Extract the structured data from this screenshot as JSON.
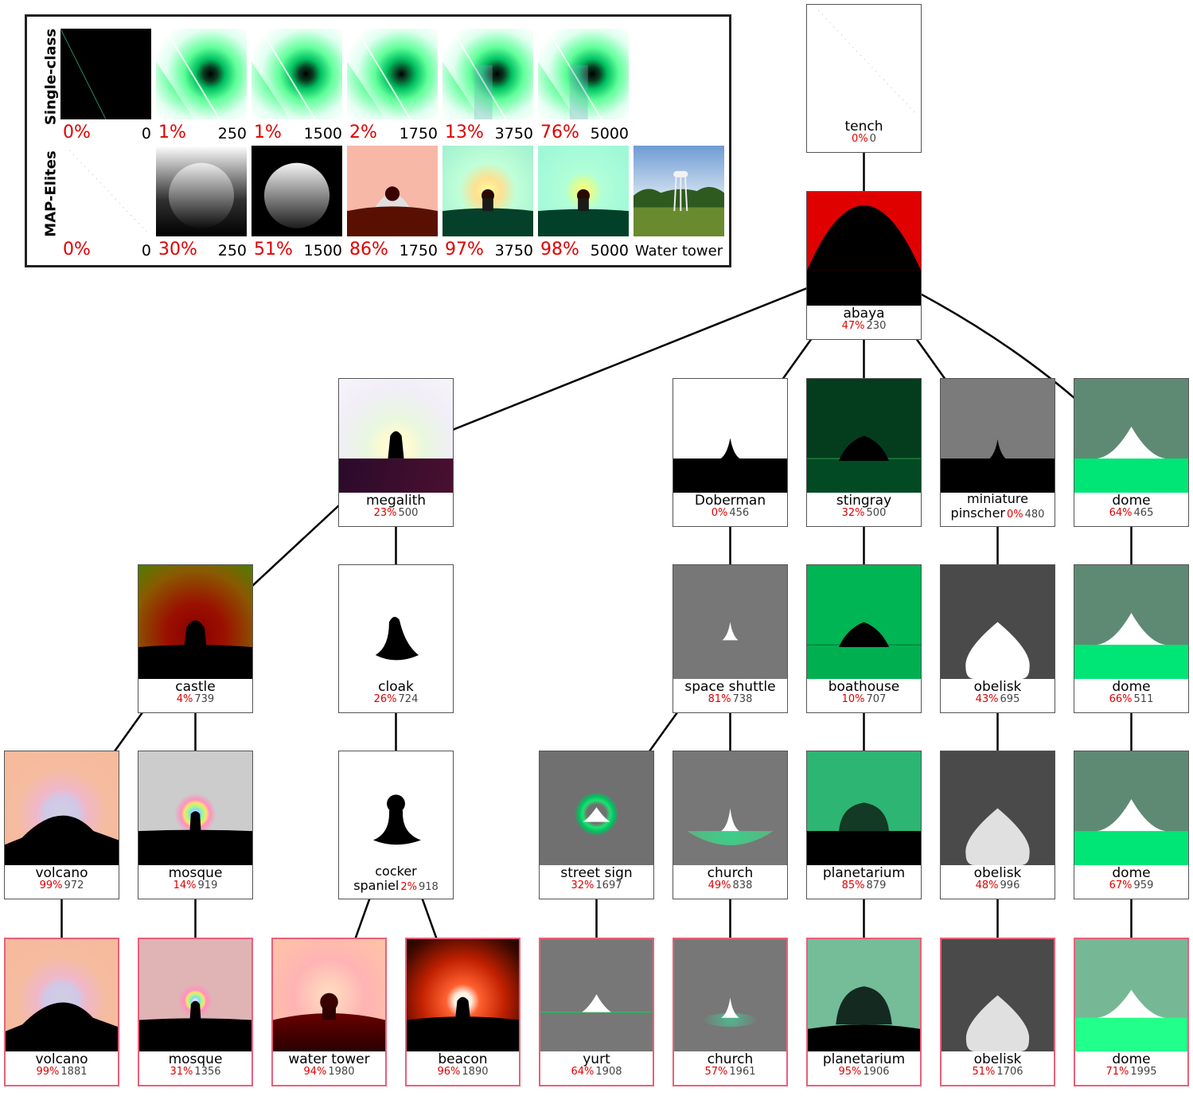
{
  "legend": {
    "rows": [
      {
        "label": "Single-class",
        "items": [
          {
            "pct": "0%",
            "num": "0",
            "style": "sc0"
          },
          {
            "pct": "1%",
            "num": "250",
            "style": "sc1"
          },
          {
            "pct": "1%",
            "num": "1500",
            "style": "sc1"
          },
          {
            "pct": "2%",
            "num": "1750",
            "style": "sc2"
          },
          {
            "pct": "13%",
            "num": "3750",
            "style": "sc3"
          },
          {
            "pct": "76%",
            "num": "5000",
            "style": "sc3"
          }
        ]
      },
      {
        "label": "MAP-Elites",
        "items": [
          {
            "pct": "0%",
            "num": "0",
            "style": "blank"
          },
          {
            "pct": "30%",
            "num": "250",
            "style": "me1"
          },
          {
            "pct": "51%",
            "num": "1500",
            "style": "me2"
          },
          {
            "pct": "86%",
            "num": "1750",
            "style": "me3"
          },
          {
            "pct": "97%",
            "num": "3750",
            "style": "me4"
          },
          {
            "pct": "98%",
            "num": "5000",
            "style": "me5"
          }
        ],
        "photo_label": "Water tower"
      }
    ]
  },
  "nodes": {
    "tench": {
      "name": "tench",
      "pct": "0%",
      "num": "0",
      "style": "blank"
    },
    "abaya": {
      "name": "abaya",
      "pct": "47%",
      "num": "230",
      "style": "abaya"
    },
    "megalith": {
      "name": "megalith",
      "pct": "23%",
      "num": "500",
      "style": "megalith"
    },
    "doberman": {
      "name": "Doberman",
      "pct": "0%",
      "num": "456",
      "style": "doberman"
    },
    "stingray": {
      "name": "stingray",
      "pct": "32%",
      "num": "500",
      "style": "stingray"
    },
    "minpin": {
      "name1": "miniature",
      "name2": "pinscher",
      "pct": "0%",
      "num": "480",
      "style": "minpin"
    },
    "dome1": {
      "name": "dome",
      "pct": "64%",
      "num": "465",
      "style": "dome"
    },
    "castle": {
      "name": "castle",
      "pct": "4%",
      "num": "739",
      "style": "castle"
    },
    "cloak": {
      "name": "cloak",
      "pct": "26%",
      "num": "724",
      "style": "cloak"
    },
    "shuttle": {
      "name": "space shuttle",
      "pct": "81%",
      "num": "738",
      "style": "shuttle"
    },
    "boathouse": {
      "name": "boathouse",
      "pct": "10%",
      "num": "707",
      "style": "boathouse"
    },
    "obelisk1": {
      "name": "obelisk",
      "pct": "43%",
      "num": "695",
      "style": "obelisk1"
    },
    "dome2": {
      "name": "dome",
      "pct": "66%",
      "num": "511",
      "style": "dome"
    },
    "volcano1": {
      "name": "volcano",
      "pct": "99%",
      "num": "972",
      "style": "volcano"
    },
    "mosque1": {
      "name": "mosque",
      "pct": "14%",
      "num": "919",
      "style": "mosque1"
    },
    "cocker": {
      "name1": "cocker",
      "name2": "spaniel",
      "pct": "2%",
      "num": "918",
      "style": "cocker"
    },
    "streetsign": {
      "name": "street sign",
      "pct": "32%",
      "num": "1697",
      "style": "streetsign"
    },
    "church1": {
      "name": "church",
      "pct": "49%",
      "num": "838",
      "style": "church1"
    },
    "planetarium1": {
      "name": "planetarium",
      "pct": "85%",
      "num": "879",
      "style": "planetarium1"
    },
    "obelisk2": {
      "name": "obelisk",
      "pct": "48%",
      "num": "996",
      "style": "obelisk2"
    },
    "dome3": {
      "name": "dome",
      "pct": "67%",
      "num": "959",
      "style": "dome"
    },
    "volcano2": {
      "name": "volcano",
      "pct": "99%",
      "num": "1881",
      "style": "volcano"
    },
    "mosque2": {
      "name": "mosque",
      "pct": "31%",
      "num": "1356",
      "style": "mosque2"
    },
    "watertower": {
      "name": "water tower",
      "pct": "94%",
      "num": "1980",
      "style": "watertower"
    },
    "beacon": {
      "name": "beacon",
      "pct": "96%",
      "num": "1890",
      "style": "beacon"
    },
    "yurt": {
      "name": "yurt",
      "pct": "64%",
      "num": "1908",
      "style": "yurt"
    },
    "church2": {
      "name": "church",
      "pct": "57%",
      "num": "1961",
      "style": "church2"
    },
    "planetarium2": {
      "name": "planetarium",
      "pct": "95%",
      "num": "1906",
      "style": "planetarium2"
    },
    "obelisk3": {
      "name": "obelisk",
      "pct": "51%",
      "num": "1706",
      "style": "obelisk2"
    },
    "dome4": {
      "name": "dome",
      "pct": "71%",
      "num": "1995",
      "style": "dome4"
    }
  },
  "edges": [
    [
      "tench",
      "abaya"
    ],
    [
      "abaya",
      "megalith"
    ],
    [
      "abaya",
      "doberman"
    ],
    [
      "abaya",
      "stingray"
    ],
    [
      "abaya",
      "minpin"
    ],
    [
      "abaya",
      "dome1"
    ],
    [
      "megalith",
      "castle"
    ],
    [
      "megalith",
      "cloak"
    ],
    [
      "doberman",
      "shuttle"
    ],
    [
      "stingray",
      "boathouse"
    ],
    [
      "minpin",
      "obelisk1"
    ],
    [
      "dome1",
      "dome2"
    ],
    [
      "castle",
      "volcano1"
    ],
    [
      "castle",
      "mosque1"
    ],
    [
      "cloak",
      "cocker"
    ],
    [
      "shuttle",
      "streetsign"
    ],
    [
      "shuttle",
      "church1"
    ],
    [
      "boathouse",
      "planetarium1"
    ],
    [
      "obelisk1",
      "obelisk2"
    ],
    [
      "dome2",
      "dome3"
    ],
    [
      "volcano1",
      "volcano2"
    ],
    [
      "mosque1",
      "mosque2"
    ],
    [
      "cocker",
      "watertower"
    ],
    [
      "cocker",
      "beacon"
    ],
    [
      "streetsign",
      "yurt"
    ],
    [
      "church1",
      "church2"
    ],
    [
      "planetarium1",
      "planetarium2"
    ],
    [
      "obelisk2",
      "obelisk3"
    ],
    [
      "dome3",
      "dome4"
    ]
  ]
}
